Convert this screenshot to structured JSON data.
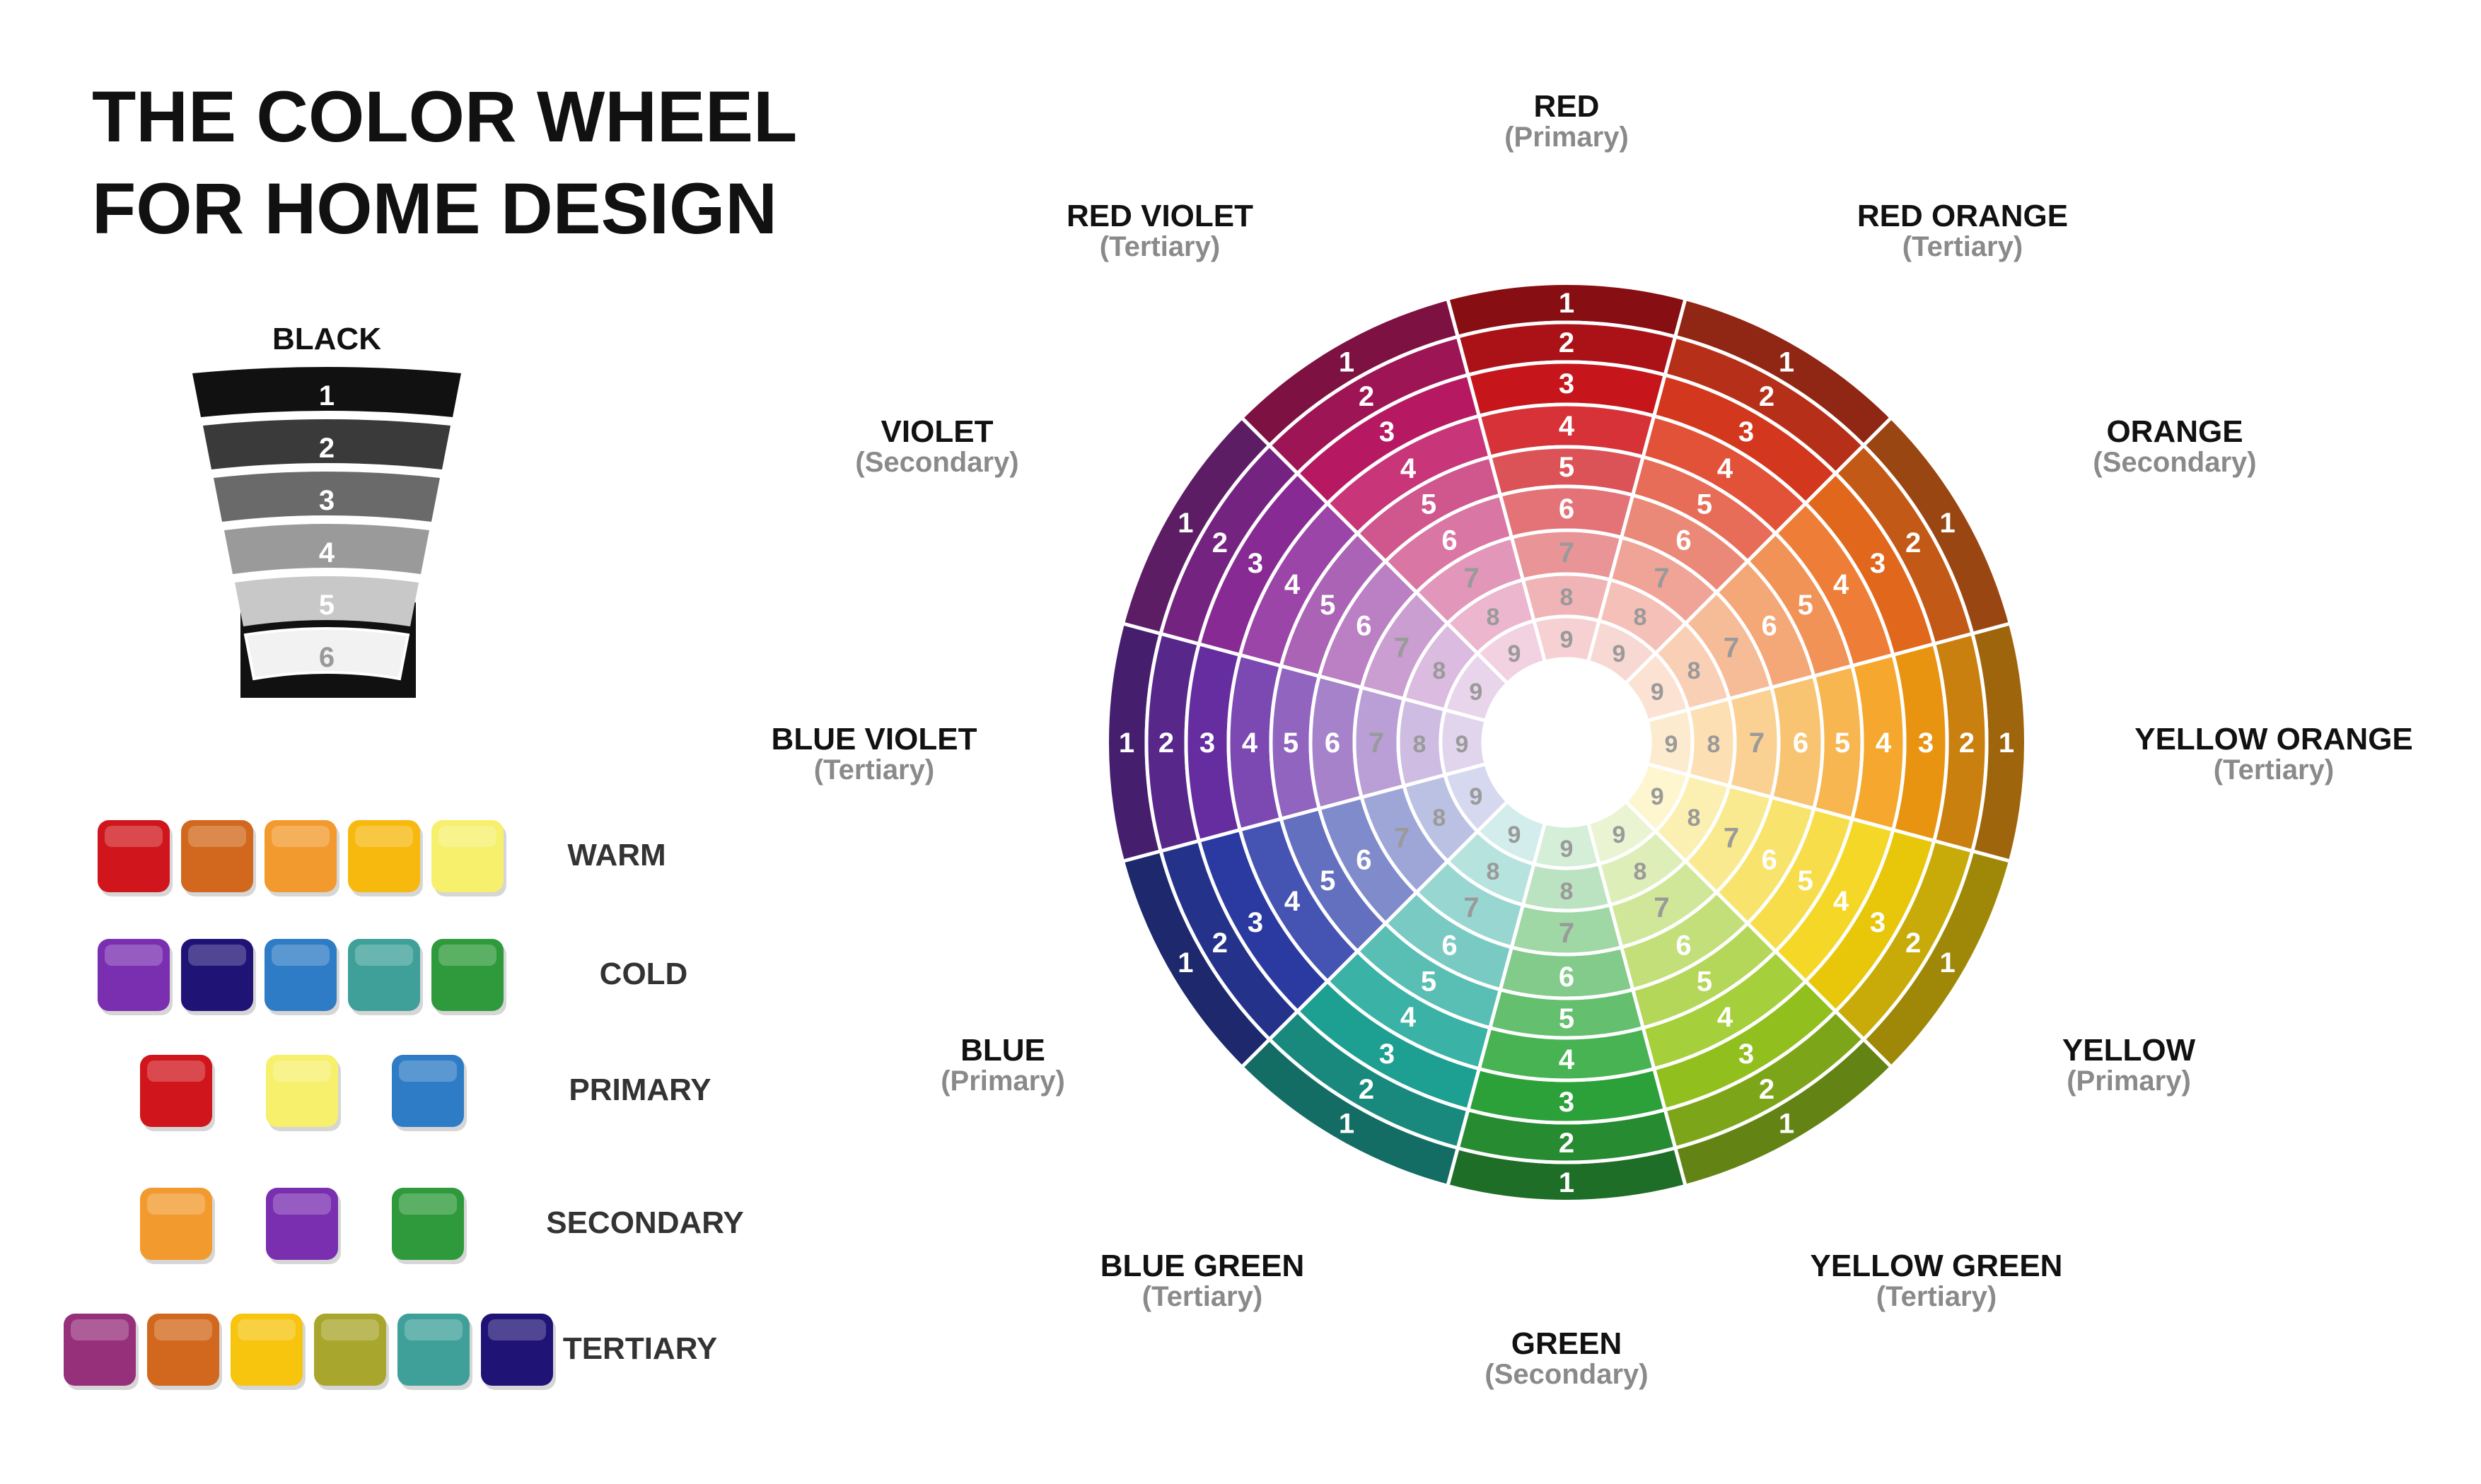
{
  "title": {
    "line1": "THE COLOR WHEEL",
    "line2": "FOR HOME DESIGN"
  },
  "black_scale": {
    "label": "BLACK",
    "steps": [
      {
        "n": "1",
        "color": "#111111",
        "text": "#ffffff"
      },
      {
        "n": "2",
        "color": "#3a3a3a",
        "text": "#ffffff"
      },
      {
        "n": "3",
        "color": "#6a6a6a",
        "text": "#ffffff"
      },
      {
        "n": "4",
        "color": "#9a9a9a",
        "text": "#ffffff"
      },
      {
        "n": "5",
        "color": "#c8c8c8",
        "text": "#ffffff"
      },
      {
        "n": "6",
        "color": "#f2f2f2",
        "text": "#999999"
      }
    ]
  },
  "swatch_groups": [
    {
      "label": "WARM",
      "colors": [
        "#d0161c",
        "#d2681d",
        "#f29a2e",
        "#f7b90e",
        "#f6f06c"
      ]
    },
    {
      "label": "COLD",
      "colors": [
        "#7a2fb0",
        "#1f1376",
        "#2e7cc5",
        "#3fa09a",
        "#2f9a3c"
      ]
    },
    {
      "label": "PRIMARY",
      "colors": [
        "#d0161c",
        "#f6f06c",
        "#2e7cc5"
      ]
    },
    {
      "label": "SECONDARY",
      "colors": [
        "#f29a2e",
        "#7a2fb0",
        "#2f9a3c"
      ]
    },
    {
      "label": "TERTIARY",
      "colors": [
        "#96307a",
        "#d2681d",
        "#f7c40e",
        "#a8a62c",
        "#3fa09a",
        "#1f1376"
      ]
    }
  ],
  "wheel": {
    "segments": [
      {
        "name": "RED",
        "class": "(Primary)",
        "base": "#d0161c"
      },
      {
        "name": "RED ORANGE",
        "class": "(Tertiary)",
        "base": "#de3a1e"
      },
      {
        "name": "ORANGE",
        "class": "(Secondary)",
        "base": "#ec6c1c"
      },
      {
        "name": "YELLOW ORANGE",
        "class": "(Tertiary)",
        "base": "#f59c12"
      },
      {
        "name": "YELLOW",
        "class": "(Primary)",
        "base": "#f4d10b"
      },
      {
        "name": "YELLOW GREEN",
        "class": "(Tertiary)",
        "base": "#99c920"
      },
      {
        "name": "GREEN",
        "class": "(Secondary)",
        "base": "#2ea93c"
      },
      {
        "name": "BLUE GREEN",
        "class": "(Tertiary)",
        "base": "#1fa79a"
      },
      {
        "name": "BLUE",
        "class": "(Primary)",
        "base": "#2c3da8"
      },
      {
        "name": "BLUE VIOLET",
        "class": "(Tertiary)",
        "base": "#6a2fa8"
      },
      {
        "name": "VIOLET",
        "class": "(Secondary)",
        "base": "#8e2c9c"
      },
      {
        "name": "RED VIOLET",
        "class": "(Tertiary)",
        "base": "#c01a66"
      }
    ],
    "ring_numbers": [
      "1",
      "2",
      "3",
      "4",
      "5",
      "6",
      "7",
      "8",
      "9"
    ]
  }
}
